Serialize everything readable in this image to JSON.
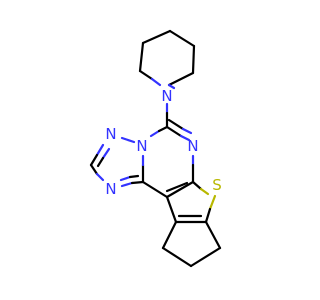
{
  "molecule": {
    "atoms": {
      "piperidine_n": "N",
      "pyrimidine_n_right": "N",
      "triazole_n_top_left": "N",
      "triazole_n_fused": "N",
      "triazole_n_bottom": "N",
      "thiophene_s": "S"
    },
    "colors": {
      "carbon_bond": "#000000",
      "nitrogen": "#3333ff",
      "sulfur": "#b8b800",
      "background": "#ffffff"
    }
  }
}
